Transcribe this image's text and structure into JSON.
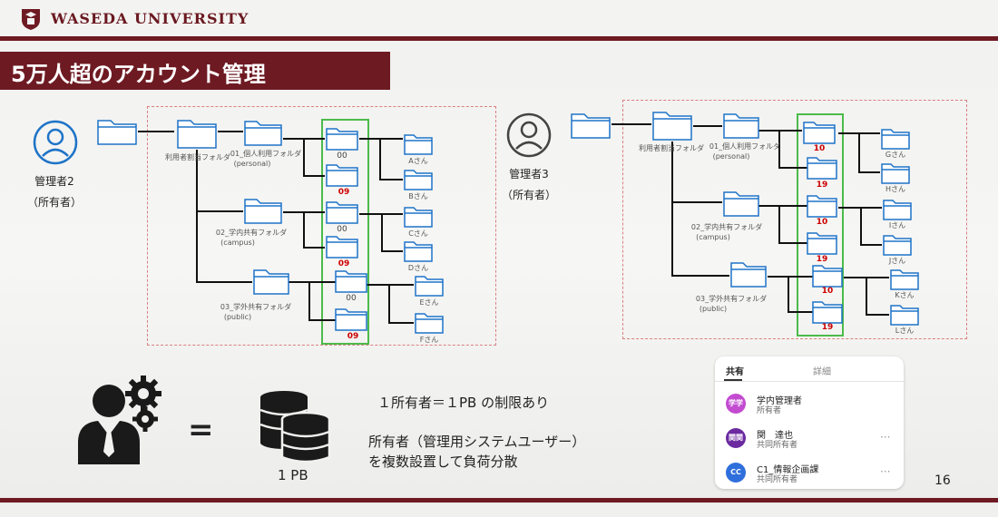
{
  "header": {
    "university": "WASEDA UNIVERSITY"
  },
  "slide": {
    "title": "5万人超のアカウント管理",
    "page_number": "16"
  },
  "colors": {
    "brand": "#6e1a22",
    "green_box": "#4cbb4a",
    "dashed_box": "#d98080",
    "red_number": "#cc0000"
  },
  "left_diagram": {
    "admin_label": "管理者2",
    "admin_role": "（所有者）",
    "root_folder_label": "利用者割当フォルダ",
    "subfolders": [
      {
        "label": "01_個人利用フォルダ",
        "sublabel": "(personal)"
      },
      {
        "label": "02_学内共有フォルダ",
        "sublabel": "(campus)"
      },
      {
        "label": "03_学外共有フォルダ",
        "sublabel": "(public)"
      }
    ],
    "numbers": [
      "00",
      "09",
      "00",
      "09",
      "00",
      "09"
    ],
    "users": [
      "Aさん",
      "Bさん",
      "Cさん",
      "Dさん",
      "Eさん",
      "Fさん"
    ]
  },
  "right_diagram": {
    "admin_label": "管理者3",
    "admin_role": "（所有者）",
    "root_folder_label": "利用者割当フォルダ",
    "subfolders": [
      {
        "label": "01_個人利用フォルダ",
        "sublabel": "(personal)"
      },
      {
        "label": "02_学内共有フォルダ",
        "sublabel": "(campus)"
      },
      {
        "label": "03_学外共有フォルダ",
        "sublabel": "(public)"
      }
    ],
    "numbers": [
      "10",
      "19",
      "10",
      "19",
      "10",
      "19"
    ],
    "users": [
      "Gさん",
      "Hさん",
      "Iさん",
      "Jさん",
      "Kさん",
      "Lさん"
    ]
  },
  "bottom": {
    "equals": "=",
    "storage_label": "1 PB",
    "line1": "１所有者＝１PB の制限あり",
    "line2": "所有者（管理用システムユーザー）",
    "line3": "を複数設置して負荷分散"
  },
  "share_card": {
    "tab_share": "共有",
    "tab_details": "詳細",
    "entries": [
      {
        "avatar": "学学",
        "name": "学内管理者",
        "role": "所有者",
        "color": "#c24bd0",
        "more": ""
      },
      {
        "avatar": "関関",
        "name": "関　達也",
        "role": "共同所有者",
        "color": "#6b2aa0",
        "more": "···"
      },
      {
        "avatar": "CC",
        "name": "C1_情報企画課",
        "role": "共同所有者",
        "color": "#2f6fdc",
        "more": "···"
      }
    ]
  }
}
